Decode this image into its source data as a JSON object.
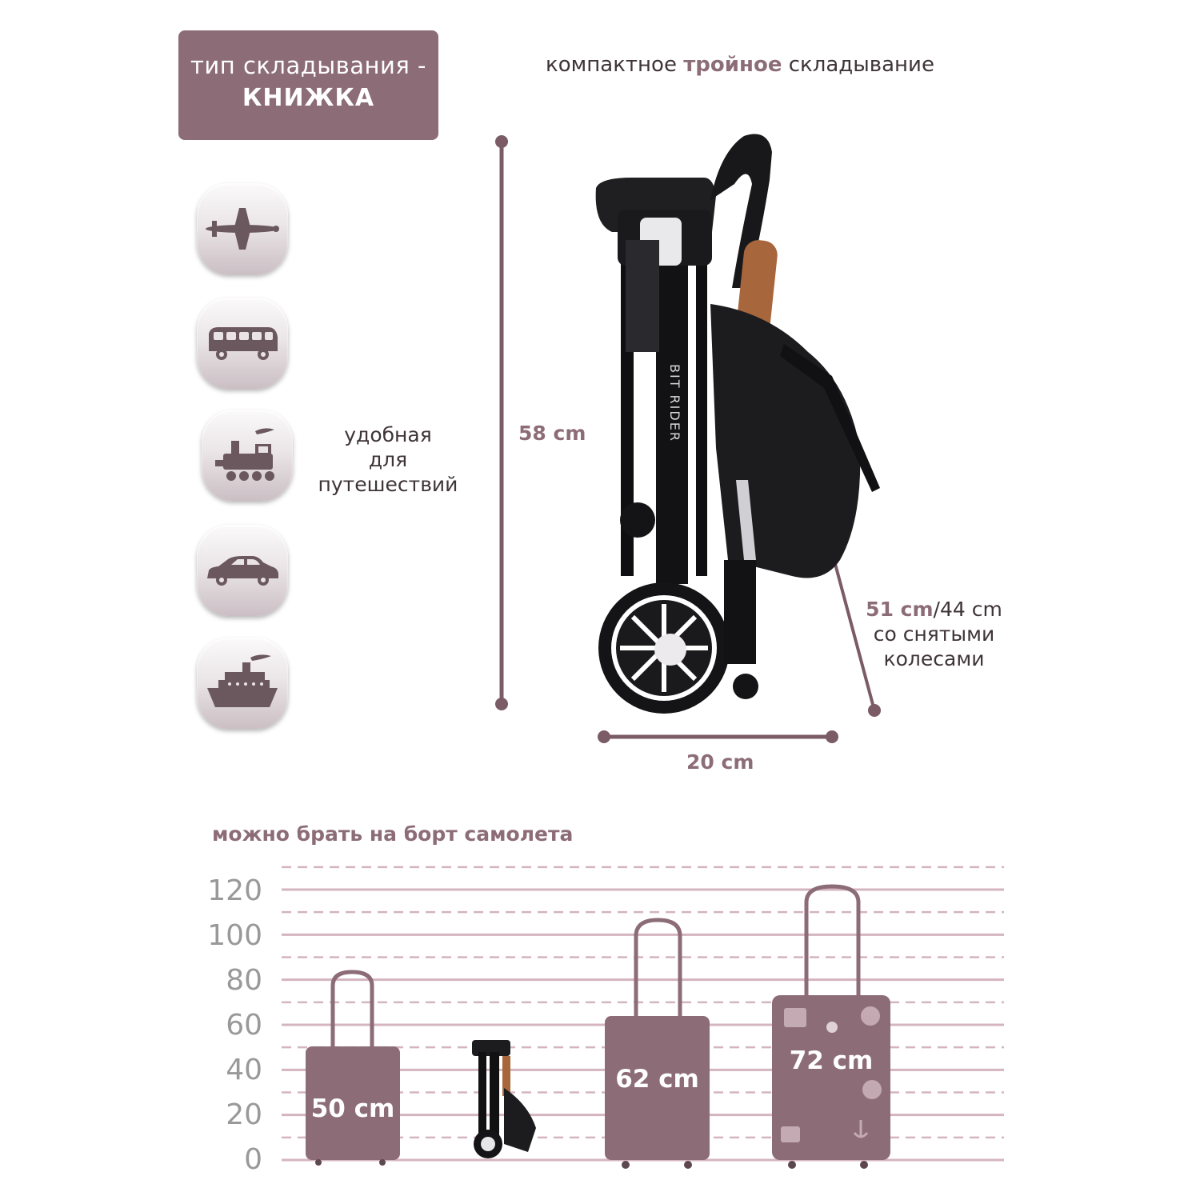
{
  "header": {
    "fold_type_line1": "тип складывания -",
    "fold_type_line2": "КНИЖКА",
    "subtitle_before": "компактное",
    "subtitle_accent": "тройное",
    "subtitle_after": "складывание"
  },
  "transport_icons": [
    "airplane-icon",
    "bus-icon",
    "train-icon",
    "car-icon",
    "ship-icon"
  ],
  "travel_note": [
    "удобная",
    "для",
    "путешествий"
  ],
  "dimensions": {
    "height": "58 cm",
    "width": "20 cm",
    "depth_accent": "51 cm",
    "depth_rest": "/44 cm",
    "depth_note1": "со снятыми",
    "depth_note2": "колесами"
  },
  "chart_data": {
    "type": "bar",
    "title": "можно брать на борт самолета",
    "yticks": [
      "120",
      "100",
      "80",
      "60",
      "40",
      "20",
      "0"
    ],
    "ylim": [
      0,
      120
    ],
    "categories": [
      "50 cm",
      "",
      "62 cm",
      "72 cm"
    ],
    "values": [
      50,
      58,
      62,
      72
    ],
    "labels": [
      "50 cm",
      "62 cm",
      "72 cm"
    ],
    "grid": true
  },
  "colors": {
    "accent": "#8c6c77",
    "gridline": "#d4b5bf",
    "case": "#8c6c77"
  }
}
